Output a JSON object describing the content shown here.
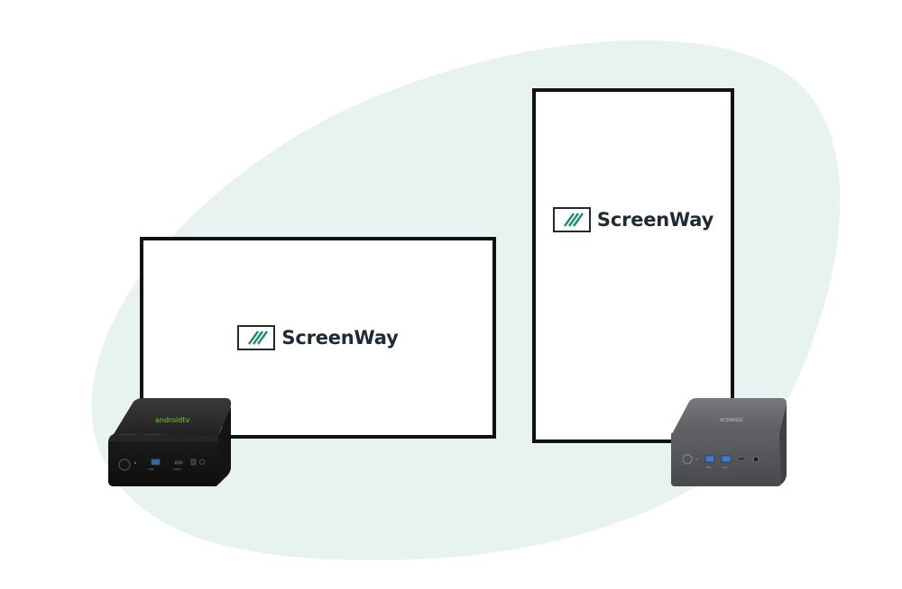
{
  "background": {
    "blob_color": "#e8f2f1",
    "page_color": "#ffffff"
  },
  "brand": {
    "name": "ScreenWay",
    "text_color": "#1f2a33",
    "mark_color": "#1f8a73",
    "icon": "screenway-logo-icon"
  },
  "devices": {
    "android_tv_box": {
      "logo_text": "androidtv",
      "logo_color": "#6fcf3a",
      "body_color": "#1e1e1e"
    },
    "mini_pc": {
      "brand_text": "ACEMAGIC",
      "body_color": "#5a5c60",
      "port_color": "#3a7bd5"
    }
  }
}
